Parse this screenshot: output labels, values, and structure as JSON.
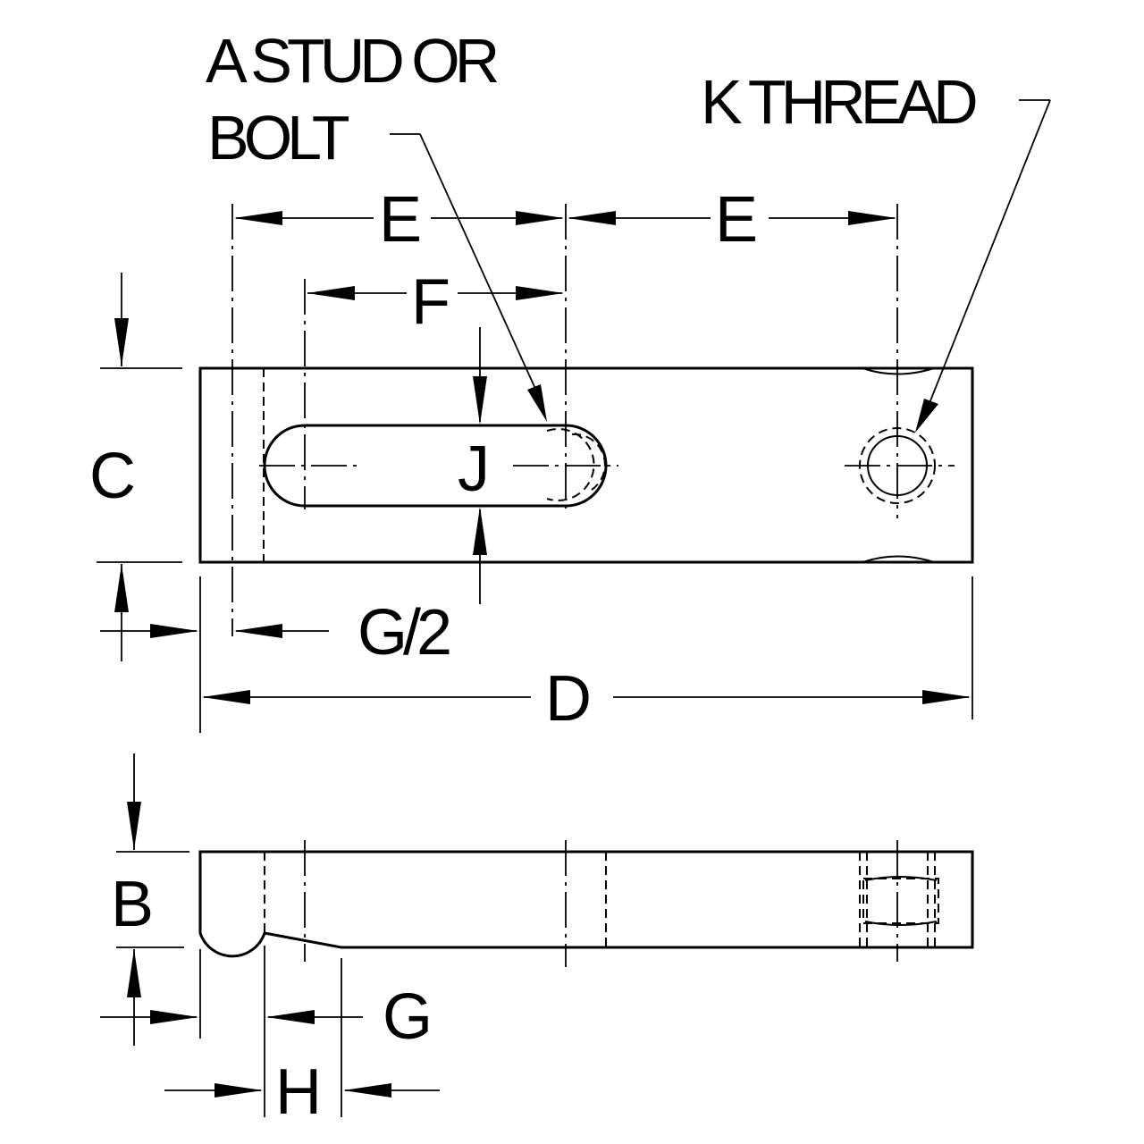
{
  "labels": {
    "stud_line1": "A STUD OR",
    "stud_line2": "BOLT",
    "thread": "K THREAD",
    "e_left": "E",
    "e_right": "E",
    "f": "F",
    "j": "J",
    "c": "C",
    "g_half": "G/2",
    "d": "D",
    "b": "B",
    "g": "G",
    "h": "H"
  }
}
